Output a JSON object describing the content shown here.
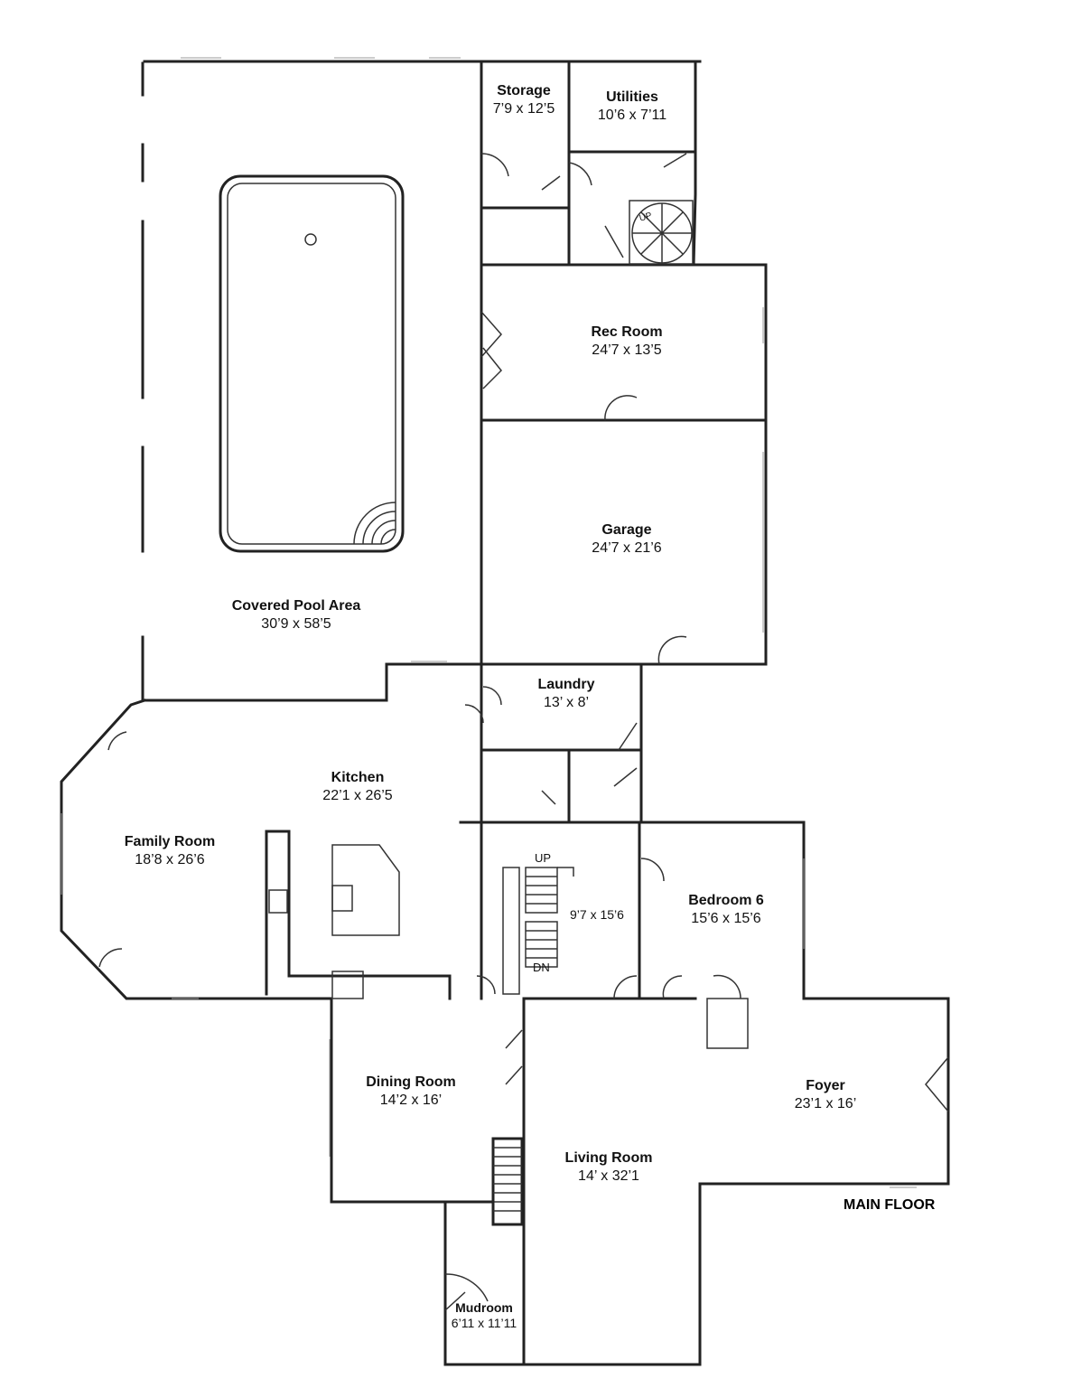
{
  "plan_title": "MAIN FLOOR",
  "rooms": [
    {
      "name": "Storage",
      "size": "7’9 x 12’5"
    },
    {
      "name": "Utilities",
      "size": "10’6 x 7’11"
    },
    {
      "name": "Rec Room",
      "size": "24’7 x 13’5"
    },
    {
      "name": "Garage",
      "size": "24’7 x 21’6"
    },
    {
      "name": "Covered Pool Area",
      "size": "30’9 x 58’5"
    },
    {
      "name": "Laundry",
      "size": "13’ x 8’"
    },
    {
      "name": "Kitchen",
      "size": "22’1 x 26’5"
    },
    {
      "name": "Family Room",
      "size": "18’8 x 26’6"
    },
    {
      "name": "Bedroom 6",
      "size": "15’6 x 15’6"
    },
    {
      "name": "Dining Room",
      "size": "14’2 x 16’"
    },
    {
      "name": "Foyer",
      "size": "23’1 x 16’"
    },
    {
      "name": "Living Room",
      "size": "14’ x 32’1"
    },
    {
      "name": "Mudroom",
      "size": "6’11 x 11’11"
    }
  ],
  "stair_hall_size": "9’7 x 15’6",
  "stair_up": "UP",
  "stair_down": "DN",
  "spiral_up": "UP"
}
